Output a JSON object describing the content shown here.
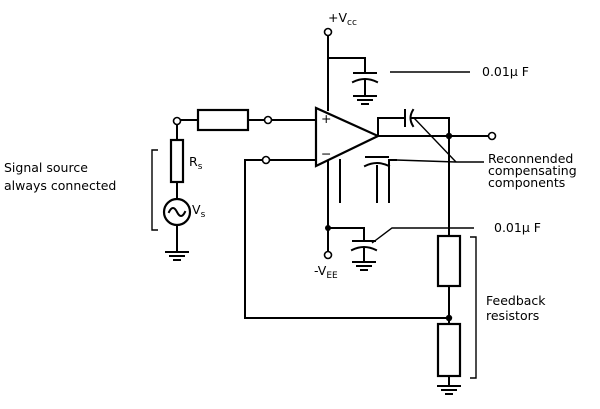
{
  "labels": {
    "vcc": "+V",
    "vcc_sub": "cc",
    "vee": "-V",
    "vee_sub": "EE",
    "cap_top": "0.01μ F",
    "cap_bottom": "0.01μ F",
    "rs": "R",
    "rs_sub": "s",
    "vs": "V",
    "vs_sub": "s",
    "signal_source_line1": "Signal source",
    "signal_source_line2": "always connected",
    "compensating_line1": "Reconnended",
    "compensating_line2": "compensating",
    "compensating_line3": "components",
    "feedback_line1": "Feedback",
    "feedback_line2": "resistors",
    "plus": "+",
    "minus": "−"
  }
}
